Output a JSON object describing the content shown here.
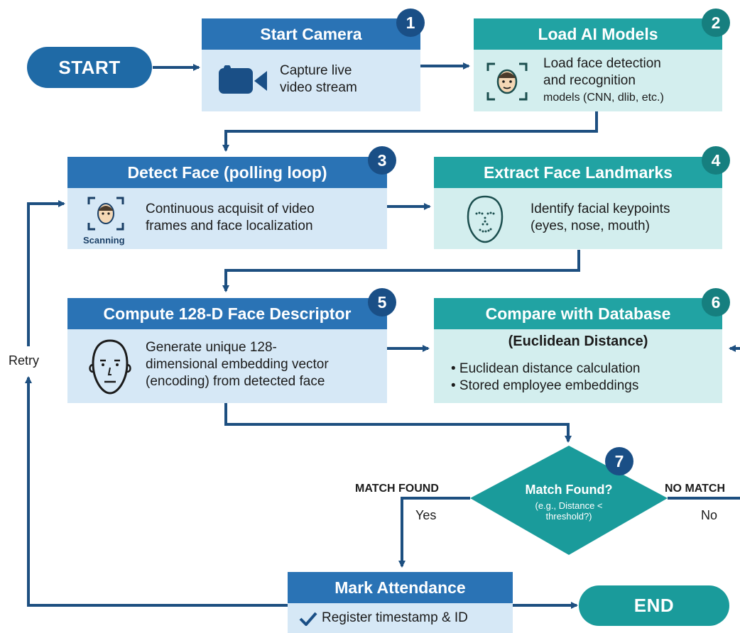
{
  "start_label": "START",
  "end_label": "END",
  "steps": [
    {
      "number": "1",
      "title": "Start Camera",
      "lines": [
        "Capture live",
        "video stream"
      ]
    },
    {
      "number": "2",
      "title": "Load AI Models",
      "lines": [
        "Load face detection",
        "and recognition",
        "models (CNN, dlib, etc.)"
      ]
    },
    {
      "number": "3",
      "title": "Detect Face (polling loop)",
      "lines": [
        "Continuous acquisit of video",
        "frames and face localization"
      ],
      "icon_caption": "Scanning"
    },
    {
      "number": "4",
      "title": "Extract Face Landmarks",
      "lines": [
        "Identify facial keypoints",
        "(eyes, nose, mouth)"
      ]
    },
    {
      "number": "5",
      "title": "Compute 128-D Face Descriptor",
      "lines": [
        "Generate unique 128-",
        "dimensional embedding vector",
        "(encoding) from detected face"
      ]
    },
    {
      "number": "6",
      "title": "Compare with Database",
      "subtitle": "(Euclidean Distance)",
      "bullets": [
        "• Euclidean distance calculation",
        "• Stored employee embeddings"
      ]
    },
    {
      "number": "7",
      "title": "Match Found?",
      "lines": [
        "(e.g., Distance <",
        "threshold?)"
      ]
    }
  ],
  "mark_attendance": {
    "title": "Mark Attendance",
    "line": "Register timestamp & ID",
    "check_icon": "checkmark-icon"
  },
  "edge_labels": {
    "match_found": "MATCH FOUND",
    "no_match": "NO MATCH",
    "yes": "Yes",
    "no": "No",
    "retry": "Retry"
  },
  "colors": {
    "blue": "#2a73b5",
    "blue_light": "#d6e8f6",
    "teal": "#21a3a3",
    "teal_light": "#d3eeee",
    "navy": "#1a4f86",
    "arrow": "#1d4f80"
  }
}
